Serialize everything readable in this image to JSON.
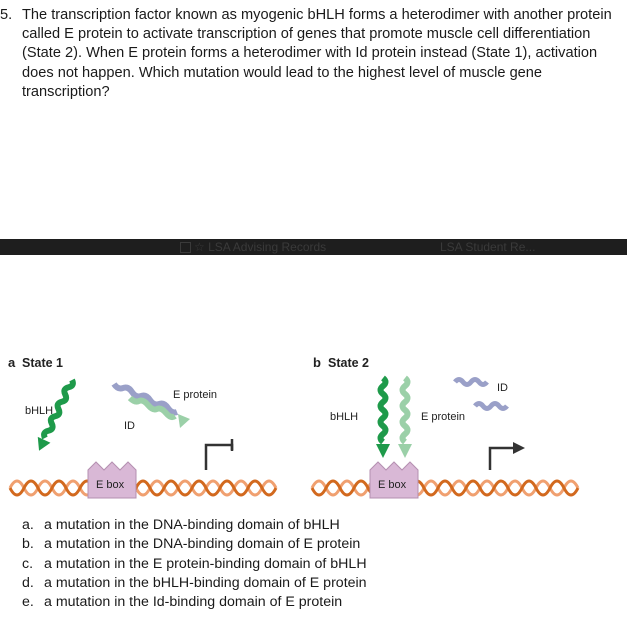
{
  "question": {
    "number": "5.",
    "text": "The transcription factor known as myogenic bHLH forms a heterodimer with another protein called E protein to activate transcription of genes that promote muscle cell differentiation (State 2). When E protein forms a heterodimer with Id protein instead (State 1), activation does not happen. Which mutation would lead to the highest level of muscle gene transcription?"
  },
  "browser_bar": {
    "tab1": "LSA Advising Records",
    "tab2": "LSA Student Re..."
  },
  "figure": {
    "panel_a": {
      "letter": "a",
      "title": "State 1",
      "bhlh": "bHLH",
      "id": "ID",
      "eprotein": "E protein",
      "ebox": "E box"
    },
    "panel_b": {
      "letter": "b",
      "title": "State 2",
      "bhlh": "bHLH",
      "id": "ID",
      "eprotein": "E protein",
      "ebox": "E box"
    },
    "colors": {
      "bhlh": "#1e9a4a",
      "eprotein": "#9bd0a8",
      "id": "#9aa0c8",
      "ebox": "#d9b8d6",
      "dna_strand1": "#f0a070",
      "dna_strand2": "#d2691e"
    }
  },
  "options": [
    {
      "letter": "a.",
      "text": "a mutation in the DNA-binding domain of bHLH"
    },
    {
      "letter": "b.",
      "text": "a mutation in the DNA-binding domain of E protein"
    },
    {
      "letter": "c.",
      "text": "a mutation in the E protein-binding domain of bHLH"
    },
    {
      "letter": "d.",
      "text": "a mutation in the bHLH-binding domain of E protein"
    },
    {
      "letter": "e.",
      "text": "a mutation in the Id-binding domain of E protein"
    }
  ]
}
